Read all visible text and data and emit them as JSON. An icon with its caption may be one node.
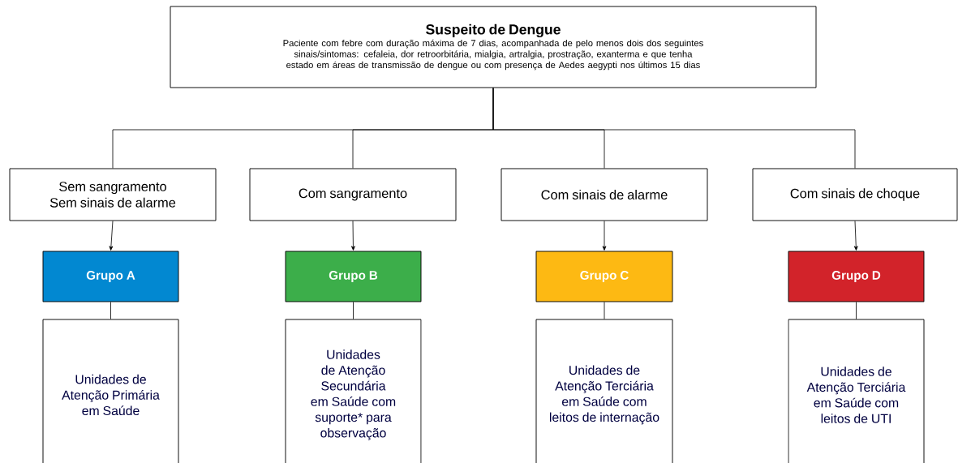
{
  "diagram": {
    "nodes": [
      {
        "text": [
          "Suspeito de Dengue",
          "Paciente com febre com duração máxima de 7 dias, acompanhada de pelo menos dois dos seguintes sinais/sintomas: cefaleia, dor retroorbitária, mialgia, artralgia, prostração, exanterma e que tenha estado em áreas de transmissão de dengue ou com presença de Aedes aegypti nos últimos 15 dias"
        ]
      },
      {
        "text": [
          "Sem sangramento Sem sinais de alarme"
        ]
      },
      {
        "text": [
          "Com sangramento"
        ]
      },
      {
        "text": [
          "Com sinais de alarme"
        ]
      },
      {
        "text": [
          "Com sinais de choque"
        ]
      },
      {
        "text": [
          "Grupo A"
        ]
      },
      {
        "text": [
          "Grupo B"
        ]
      },
      {
        "text": [
          "Grupo C"
        ]
      },
      {
        "text": [
          "Grupo D"
        ]
      },
      {
        "text": [
          "Unidades de Atenção Primária em Saúde"
        ]
      },
      {
        "text": [
          "Unidades de Atenção Secundária em Saúde com suporte* para observação"
        ]
      },
      {
        "text": [
          "Unidades de Atenção Terciária em Saúde com leitos de internação"
        ]
      },
      {
        "text": [
          "Unidades de Atenção Terciária em Saúde com leitos de UTI"
        ]
      }
    ],
    "edges": [
      {
        "from": 0,
        "to": 1,
        "arrow": "none"
      },
      {
        "from": 0,
        "to": 2,
        "arrow": "none"
      },
      {
        "from": 0,
        "to": 3,
        "arrow": "none"
      },
      {
        "from": 0,
        "to": 4,
        "arrow": "none"
      },
      {
        "from": 1,
        "to": 5,
        "arrow": "to"
      },
      {
        "from": 2,
        "to": 6,
        "arrow": "to"
      },
      {
        "from": 3,
        "to": 7,
        "arrow": "to"
      },
      {
        "from": 4,
        "to": 8,
        "arrow": "to"
      },
      {
        "from": 5,
        "to": 9,
        "arrow": "none"
      },
      {
        "from": 6,
        "to": 10,
        "arrow": "none"
      },
      {
        "from": 7,
        "to": 11,
        "arrow": "none"
      },
      {
        "from": 8,
        "to": 12,
        "arrow": "none"
      }
    ]
  }
}
